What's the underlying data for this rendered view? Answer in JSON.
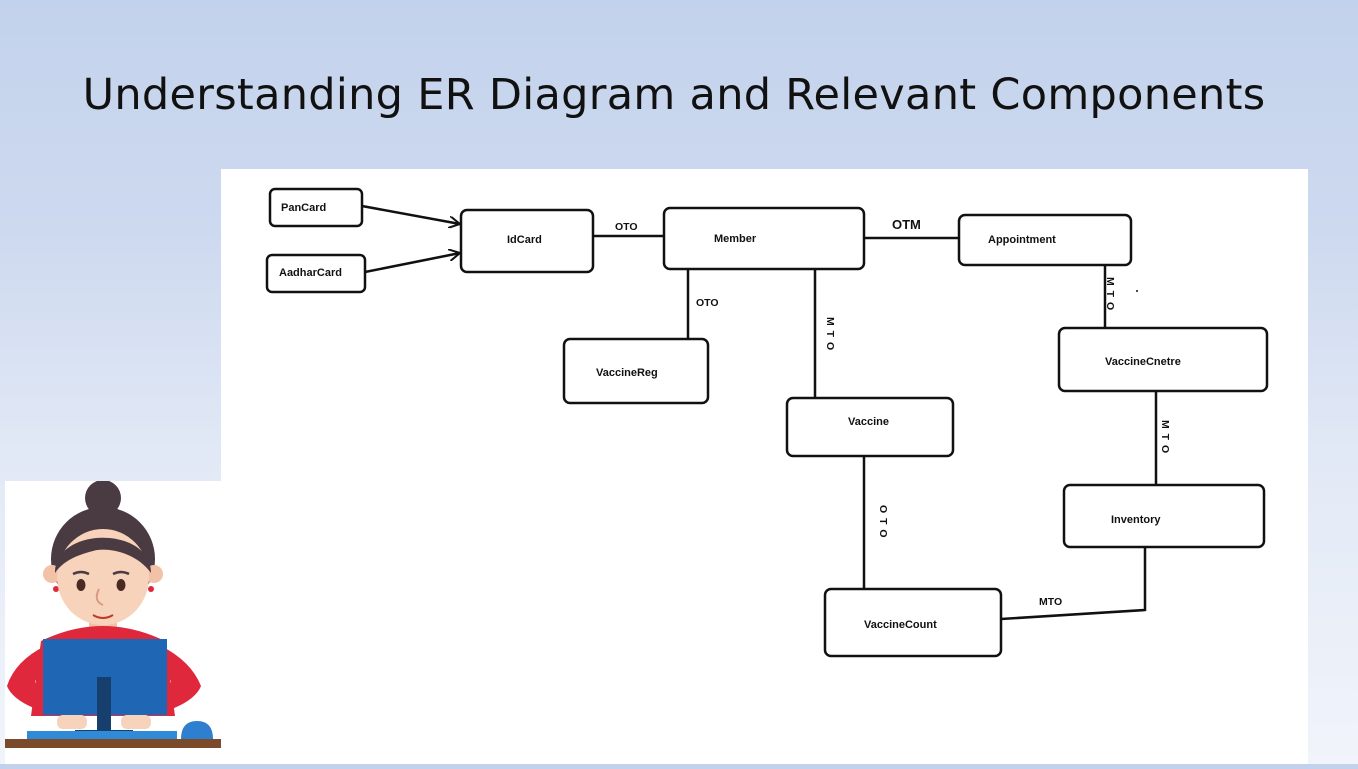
{
  "slide": {
    "title": "Understanding ER Diagram and Relevant Components"
  },
  "diagram": {
    "entities": {
      "pancard": "PanCard",
      "aadharcard": "AadharCard",
      "idcard": "IdCard",
      "member": "Member",
      "appointment": "Appointment",
      "vaccinereg": "VaccineReg",
      "vaccine": "Vaccine",
      "vaccinecentre": "VaccineCnetre",
      "inventory": "Inventory",
      "vaccinecount": "VaccineCount"
    },
    "relationships": {
      "idcard_member": "OTO",
      "member_appointment": "OTM",
      "member_vaccinereg": "OTO",
      "member_vaccine": "M T O",
      "appointment_vaccinecentre": "M T O",
      "vaccinecentre_inventory": "M T O",
      "vaccine_vaccinecount": "O T O",
      "inventory_vaccinecount": "MTO"
    }
  },
  "illustration": {
    "subject": "woman-at-computer",
    "colors": {
      "hair": "#4a3a42",
      "skin": "#f7d3bc",
      "sweater": "#e0283c",
      "monitor": "#1f67b5",
      "desk": "#7a4a2a"
    }
  }
}
